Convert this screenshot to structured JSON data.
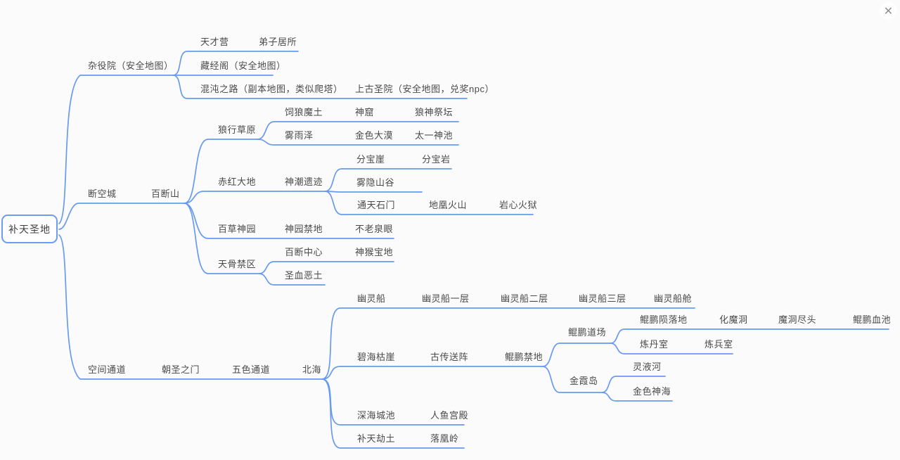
{
  "app": {
    "close_icon": "✕"
  },
  "colors": {
    "line": "#689aef",
    "root_border": "#6d9cf1",
    "text": "#4a4a4a"
  },
  "mindmap": {
    "root": {
      "label": "补天圣地"
    },
    "nodes": {
      "zayiyuan": "杂役院（安全地图）",
      "tiancaiying": "天才营",
      "dizijusuo": "弟子居所",
      "cangjingge": "藏经阁（安全地图）",
      "hundunzhilu": "混沌之路（副本地图，类似爬塔）",
      "shanggushengyuan": "上古圣院（安全地图，兑奖npc）",
      "duankongcheng": "断空城",
      "baiduanshan": "百断山",
      "langxingcaoyuan": "狼行草原",
      "silangmotu": "饲狼魔土",
      "shenku": "神窟",
      "langshenjitan": "狼神祭坛",
      "wuyuze": "雾雨泽",
      "jinsedamo": "金色大漠",
      "taiyishenchi": "太一神池",
      "chihongdadi": "赤红大地",
      "shenchaoyiji": "神潮遗迹",
      "fenbaoya": "分宝崖",
      "fenbaoyan": "分宝岩",
      "wuyinshangu": "雾隐山谷",
      "tongtianshimen": "通天石门",
      "dihuanghuoshan": "地凰火山",
      "yanxinhuoyu": "岩心火狱",
      "baicaoshenyuan": "百草神园",
      "shenyuanjindi": "神园禁地",
      "bulaoquanyan": "不老泉眼",
      "tiangujinqu": "天骨禁区",
      "baiduanzhongxin": "百断中心",
      "shenhoubaodi": "神猴宝地",
      "shengxueetu": "圣血恶土",
      "kongjiantongdao": "空间通道",
      "chaoshengzhimen": "朝圣之门",
      "wusetongdao": "五色通道",
      "beihai": "北海",
      "youlingchuan": "幽灵船",
      "youlingchuanyiceng": "幽灵船一层",
      "youlingchuanerceng": "幽灵船二层",
      "youlingchuansanceng": "幽灵船三层",
      "youlingchuancang": "幽灵船舱",
      "bihaikuya": "碧海枯崖",
      "guchuansongzhen": "古传送阵",
      "kunpengjindi": "鲲鹏禁地",
      "kunpengdaochang": "鲲鹏道场",
      "kunpengyunluodi": "鲲鹏陨落地",
      "huamodong": "化魔洞",
      "modongjintou": "魔洞尽头",
      "kunpengxuechi": "鲲鹏血池",
      "liandanshi": "炼丹室",
      "lianbingshi": "炼兵室",
      "jinxiadao": "金霞岛",
      "lingyehe": "灵液河",
      "jinseshenhai": "金色神海",
      "shenhaichengchi": "深海城池",
      "renyugongdian": "人鱼宫殿",
      "butianjietu": "补天劫土",
      "luohuangling": "落凰岭"
    }
  }
}
